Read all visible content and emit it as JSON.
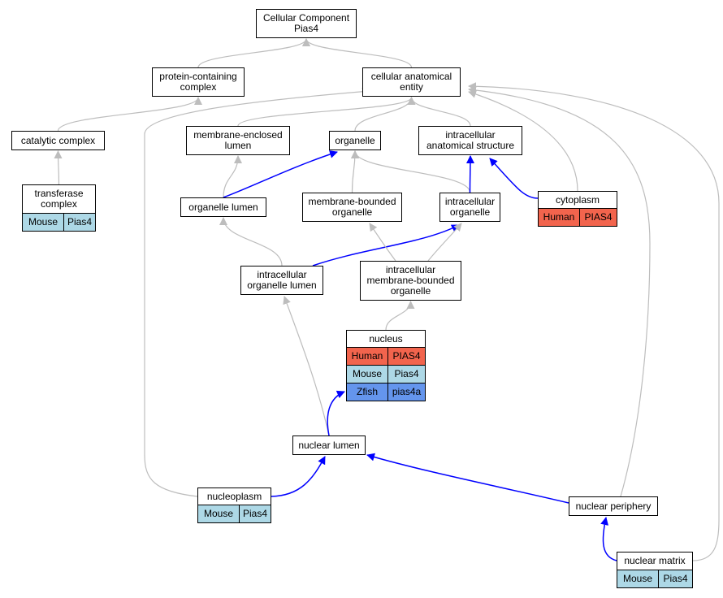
{
  "colors": {
    "mouse": "#add8e6",
    "human": "#f2644d",
    "zfish": "#6495ed",
    "is_a_edge": "#bdbdbd",
    "part_of_edge": "#0000ff",
    "node_border": "#000000"
  },
  "nodes": {
    "root": {
      "lines": [
        "Cellular Component",
        "Pias4"
      ]
    },
    "protein_containing_complex": {
      "lines": [
        "protein-containing",
        "complex"
      ]
    },
    "cellular_anatomical_entity": {
      "lines": [
        "cellular anatomical",
        "entity"
      ]
    },
    "catalytic_complex": {
      "lines": [
        "catalytic complex"
      ]
    },
    "membrane_enclosed_lumen": {
      "lines": [
        "membrane-enclosed",
        "lumen"
      ]
    },
    "organelle": {
      "lines": [
        "organelle"
      ]
    },
    "intracellular_anatomical_structure": {
      "lines": [
        "intracellular",
        "anatomical structure"
      ]
    },
    "transferase_complex": {
      "lines": [
        "transferase",
        "complex"
      ],
      "genes": [
        {
          "species": "Mouse",
          "gene": "Pias4"
        }
      ]
    },
    "organelle_lumen": {
      "lines": [
        "organelle lumen"
      ]
    },
    "membrane_bounded_organelle": {
      "lines": [
        "membrane-bounded",
        "organelle"
      ]
    },
    "intracellular_organelle": {
      "lines": [
        "intracellular",
        "organelle"
      ]
    },
    "cytoplasm": {
      "lines": [
        "cytoplasm"
      ],
      "genes": [
        {
          "species": "Human",
          "gene": "PIAS4"
        }
      ]
    },
    "intracellular_organelle_lumen": {
      "lines": [
        "intracellular",
        "organelle lumen"
      ]
    },
    "intracellular_membrane_bounded_organelle": {
      "lines": [
        "intracellular",
        "membrane-bounded",
        "organelle"
      ]
    },
    "nucleus": {
      "lines": [
        "nucleus"
      ],
      "genes": [
        {
          "species": "Human",
          "gene": "PIAS4"
        },
        {
          "species": "Mouse",
          "gene": "Pias4"
        },
        {
          "species": "Zfish",
          "gene": "pias4a"
        }
      ]
    },
    "nuclear_lumen": {
      "lines": [
        "nuclear lumen"
      ]
    },
    "nucleoplasm": {
      "lines": [
        "nucleoplasm"
      ],
      "genes": [
        {
          "species": "Mouse",
          "gene": "Pias4"
        }
      ]
    },
    "nuclear_periphery": {
      "lines": [
        "nuclear periphery"
      ]
    },
    "nuclear_matrix": {
      "lines": [
        "nuclear matrix"
      ],
      "genes": [
        {
          "species": "Mouse",
          "gene": "Pias4"
        }
      ]
    }
  },
  "edges": [
    {
      "from": "protein_containing_complex",
      "to": "root",
      "kind": "is_a"
    },
    {
      "from": "cellular_anatomical_entity",
      "to": "root",
      "kind": "is_a"
    },
    {
      "from": "catalytic_complex",
      "to": "protein_containing_complex",
      "kind": "is_a"
    },
    {
      "from": "transferase_complex",
      "to": "catalytic_complex",
      "kind": "is_a"
    },
    {
      "from": "membrane_enclosed_lumen",
      "to": "cellular_anatomical_entity",
      "kind": "is_a"
    },
    {
      "from": "organelle",
      "to": "cellular_anatomical_entity",
      "kind": "is_a"
    },
    {
      "from": "intracellular_anatomical_structure",
      "to": "cellular_anatomical_entity",
      "kind": "is_a"
    },
    {
      "from": "cytoplasm",
      "to": "cellular_anatomical_entity",
      "kind": "is_a"
    },
    {
      "from": "cytoplasm",
      "to": "intracellular_anatomical_structure",
      "kind": "part_of"
    },
    {
      "from": "organelle_lumen",
      "to": "membrane_enclosed_lumen",
      "kind": "is_a"
    },
    {
      "from": "organelle_lumen",
      "to": "organelle",
      "kind": "part_of"
    },
    {
      "from": "membrane_bounded_organelle",
      "to": "organelle",
      "kind": "is_a"
    },
    {
      "from": "intracellular_organelle",
      "to": "organelle",
      "kind": "is_a"
    },
    {
      "from": "intracellular_organelle",
      "to": "intracellular_anatomical_structure",
      "kind": "part_of"
    },
    {
      "from": "intracellular_organelle_lumen",
      "to": "organelle_lumen",
      "kind": "is_a"
    },
    {
      "from": "intracellular_organelle_lumen",
      "to": "intracellular_organelle",
      "kind": "part_of"
    },
    {
      "from": "intracellular_membrane_bounded_organelle",
      "to": "membrane_bounded_organelle",
      "kind": "is_a"
    },
    {
      "from": "intracellular_membrane_bounded_organelle",
      "to": "intracellular_organelle",
      "kind": "is_a"
    },
    {
      "from": "nucleus",
      "to": "intracellular_membrane_bounded_organelle",
      "kind": "is_a"
    },
    {
      "from": "nuclear_lumen",
      "to": "intracellular_organelle_lumen",
      "kind": "is_a"
    },
    {
      "from": "nuclear_lumen",
      "to": "nucleus",
      "kind": "part_of"
    },
    {
      "from": "nucleoplasm",
      "to": "nuclear_lumen",
      "kind": "part_of"
    },
    {
      "from": "nucleoplasm",
      "to": "cellular_anatomical_entity",
      "kind": "is_a"
    },
    {
      "from": "nuclear_periphery",
      "to": "nuclear_lumen",
      "kind": "part_of"
    },
    {
      "from": "nuclear_periphery",
      "to": "cellular_anatomical_entity",
      "kind": "is_a"
    },
    {
      "from": "nuclear_matrix",
      "to": "nuclear_periphery",
      "kind": "part_of"
    },
    {
      "from": "nuclear_matrix",
      "to": "cellular_anatomical_entity",
      "kind": "is_a"
    }
  ]
}
